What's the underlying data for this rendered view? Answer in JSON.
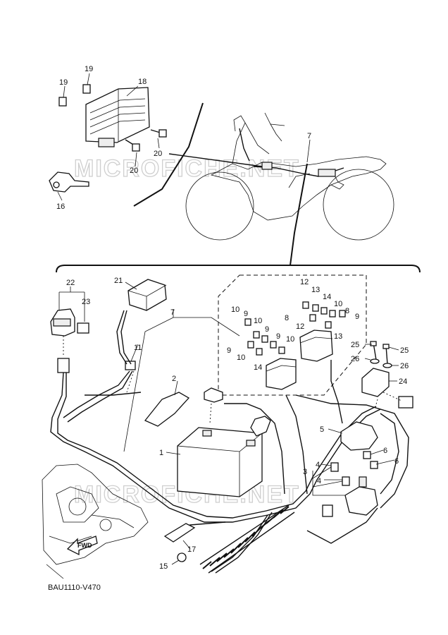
{
  "watermark": {
    "text": "MICROFICHE.NET"
  },
  "diagram_code": "BAU1110-V470",
  "forward_label": "FWD",
  "callouts": {
    "c1": "1",
    "c2": "2",
    "c3": "3",
    "c4a": "4",
    "c4b": "4",
    "c5": "5",
    "c6a": "6",
    "c6b": "6",
    "c7top": "7",
    "c7mid": "7",
    "c8a": "8",
    "c8b": "8",
    "c9a": "9",
    "c9b": "9",
    "c9c": "9",
    "c9d": "9",
    "c10a": "10",
    "c10b": "10",
    "c10c": "10",
    "c10d": "10",
    "c11": "11",
    "c12a": "12",
    "c12b": "12",
    "c13a": "13",
    "c13b": "13",
    "c14a": "14",
    "c14b": "14",
    "c15": "15",
    "c16": "16",
    "c17": "17",
    "c18": "18",
    "c19a": "19",
    "c19b": "19",
    "c20a": "20",
    "c20b": "20",
    "c21": "21",
    "c22": "22",
    "c23": "23",
    "c24": "24",
    "c25a": "25",
    "c25b": "25",
    "c26a": "26",
    "c26b": "26"
  }
}
